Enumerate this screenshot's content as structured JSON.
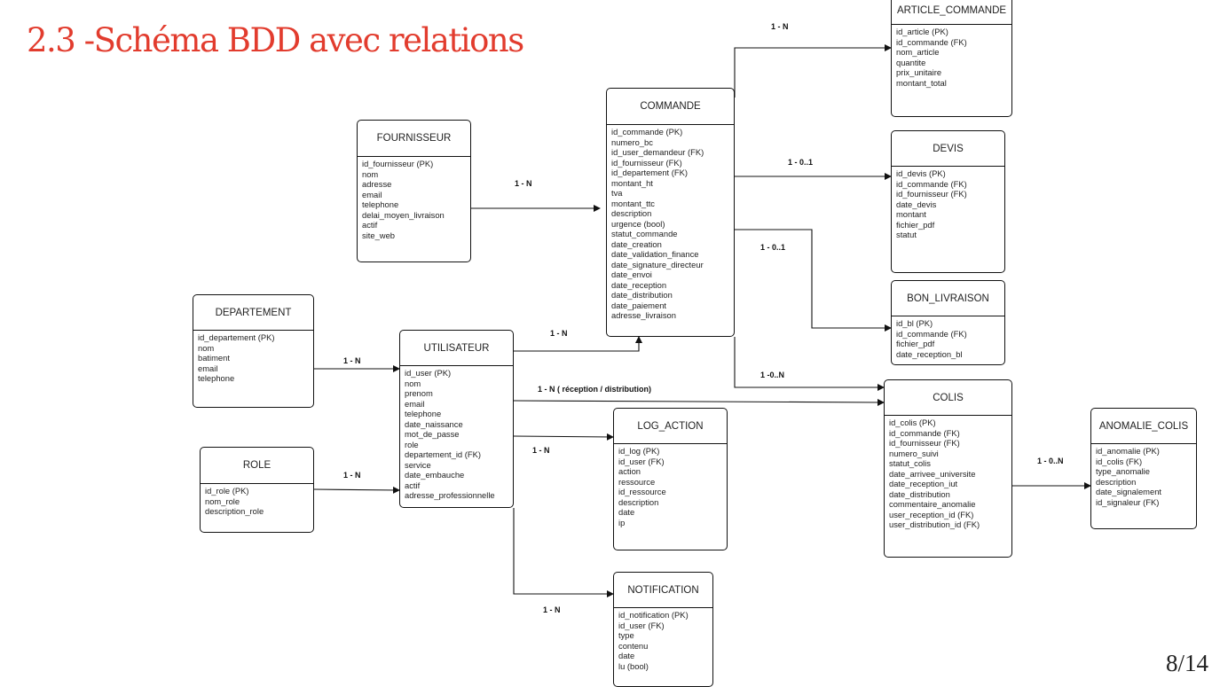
{
  "slide": {
    "title": "2.3 -Schéma BDD avec relations",
    "page_number": "8/14"
  },
  "entities": [
    {
      "id": "fournisseur",
      "name": "FOURNISSEUR",
      "fields": [
        "id_fournisseur (PK)",
        "nom",
        "adresse",
        "email",
        "telephone",
        "delai_moyen_livraison",
        "actif",
        "site_web"
      ]
    },
    {
      "id": "commande",
      "name": "COMMANDE",
      "fields": [
        "id_commande (PK)",
        "numero_bc",
        "id_user_demandeur (FK)",
        "id_fournisseur (FK)",
        "id_departement (FK)",
        "montant_ht",
        "tva",
        "montant_ttc",
        "description",
        "urgence (bool)",
        "statut_commande",
        "date_creation",
        "date_validation_finance",
        "date_signature_directeur",
        "date_envoi",
        "date_reception",
        "date_distribution",
        "date_paiement",
        "adresse_livraison"
      ]
    },
    {
      "id": "article_commande",
      "name": "ARTICLE_COMMANDE",
      "fields": [
        "id_article (PK)",
        "id_commande (FK)",
        "nom_article",
        "quantite",
        "prix_unitaire",
        "montant_total"
      ]
    },
    {
      "id": "devis",
      "name": "DEVIS",
      "fields": [
        "id_devis (PK)",
        "id_commande (FK)",
        "id_fournisseur (FK)",
        "date_devis",
        "montant",
        "fichier_pdf",
        "statut"
      ]
    },
    {
      "id": "bon_livraison",
      "name": "BON_LIVRAISON",
      "fields": [
        "id_bl (PK)",
        "id_commande (FK)",
        "fichier_pdf",
        "date_reception_bl"
      ]
    },
    {
      "id": "colis",
      "name": "COLIS",
      "fields": [
        "id_colis (PK)",
        "id_commande (FK)",
        "id_fournisseur (FK)",
        "numero_suivi",
        "statut_colis",
        "date_arrivee_universite",
        "date_reception_iut",
        "date_distribution",
        "commentaire_anomalie",
        "user_reception_id (FK)",
        "user_distribution_id (FK)"
      ]
    },
    {
      "id": "anomalie_colis",
      "name": "ANOMALIE_COLIS",
      "fields": [
        "id_anomalie (PK)",
        "id_colis (FK)",
        "type_anomalie",
        "description",
        "date_signalement",
        "id_signaleur (FK)"
      ]
    },
    {
      "id": "departement",
      "name": "DEPARTEMENT",
      "fields": [
        "id_departement (PK)",
        "nom",
        "batiment",
        "email",
        "telephone"
      ]
    },
    {
      "id": "utilisateur",
      "name": "UTILISATEUR",
      "fields": [
        "id_user (PK)",
        "nom",
        "prenom",
        "email",
        "telephone",
        "date_naissance",
        "mot_de_passe",
        "role",
        "departement_id (FK)",
        "service",
        "date_embauche",
        "actif",
        "adresse_professionnelle"
      ]
    },
    {
      "id": "role",
      "name": "ROLE",
      "fields": [
        "id_role (PK)",
        "nom_role",
        "description_role"
      ]
    },
    {
      "id": "log_action",
      "name": "LOG_ACTION",
      "fields": [
        "id_log (PK)",
        "id_user (FK)",
        "action",
        "ressource",
        "id_ressource",
        "description",
        "date",
        "ip"
      ]
    },
    {
      "id": "notification",
      "name": "NOTIFICATION",
      "fields": [
        "id_notification (PK)",
        "id_user (FK)",
        "type",
        "contenu",
        "date",
        "lu (bool)"
      ]
    }
  ],
  "relations": [
    {
      "id": "fournisseur-commande",
      "from": "fournisseur",
      "to": "commande",
      "label": "1 - N"
    },
    {
      "id": "commande-article",
      "from": "commande",
      "to": "article_commande",
      "label": "1 - N"
    },
    {
      "id": "commande-devis",
      "from": "commande",
      "to": "devis",
      "label": "1 - 0..1"
    },
    {
      "id": "commande-bl",
      "from": "commande",
      "to": "bon_livraison",
      "label": "1 - 0..1"
    },
    {
      "id": "commande-colis",
      "from": "commande",
      "to": "colis",
      "label": "1 -0..N"
    },
    {
      "id": "utilisateur-commande",
      "from": "utilisateur",
      "to": "commande",
      "label": "1 - N"
    },
    {
      "id": "utilisateur-colis",
      "from": "utilisateur",
      "to": "colis",
      "label": "1 - N ( réception / distribution)"
    },
    {
      "id": "utilisateur-log",
      "from": "utilisateur",
      "to": "log_action",
      "label": "1 - N"
    },
    {
      "id": "utilisateur-notification",
      "from": "utilisateur",
      "to": "notification",
      "label": "1 - N"
    },
    {
      "id": "departement-utilisateur",
      "from": "departement",
      "to": "utilisateur",
      "label": "1 - N"
    },
    {
      "id": "role-utilisateur",
      "from": "role",
      "to": "utilisateur",
      "label": "1 - N"
    },
    {
      "id": "colis-anomalie",
      "from": "colis",
      "to": "anomalie_colis",
      "label": "1 - 0..N"
    }
  ]
}
